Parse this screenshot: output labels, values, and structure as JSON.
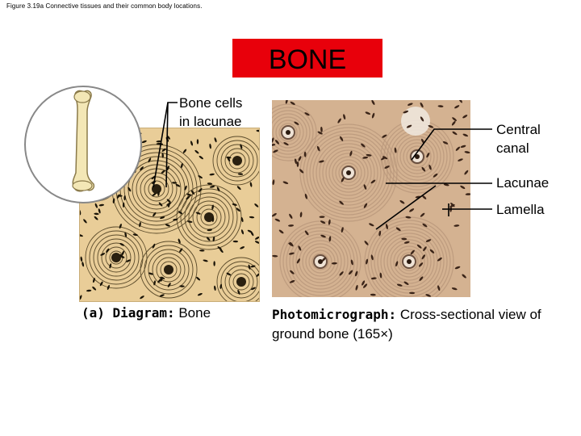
{
  "figure_caption": "Figure 3.19a Connective tissues and their common body locations.",
  "title": "BONE",
  "labels": {
    "bone_cells_line1": "Bone cells",
    "bone_cells_line2": "in lacunae",
    "central_line1": "Central",
    "central_line2": "canal",
    "lacunae": "Lacunae",
    "lamella": "Lamella"
  },
  "captions": {
    "diagram_bold": "(a) Diagram:",
    "diagram_rest": " Bone",
    "photo_bold": "Photomicrograph:",
    "photo_rest": " Cross-sectional view of ground bone (165×)"
  },
  "colors": {
    "title_bg": "#e8000b",
    "diagram_bg": "#e9cd98",
    "photo_bg": "#d4b291",
    "bone_fill": "#f3e7b6"
  }
}
